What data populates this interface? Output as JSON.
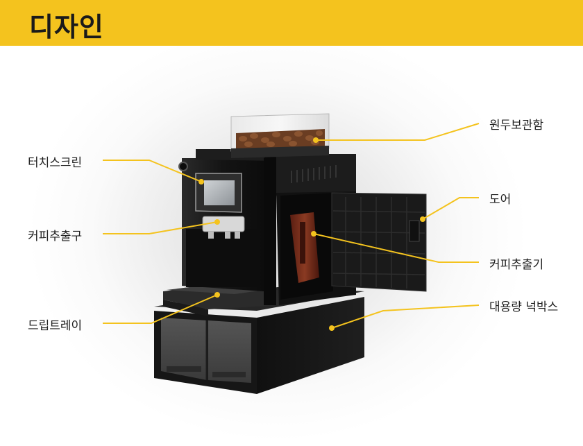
{
  "header": {
    "title": "디자인"
  },
  "colors": {
    "accent": "#F4C31E",
    "machine": "#1b1b1b"
  },
  "labels": {
    "touchscreen": "터치스크린",
    "coffee_spout": "커피추출구",
    "drip_tray": "드립트레이",
    "bean_hopper": "원두보관함",
    "door": "도어",
    "brewer": "커피추출기",
    "waste_box": "대용량 넉박스"
  }
}
